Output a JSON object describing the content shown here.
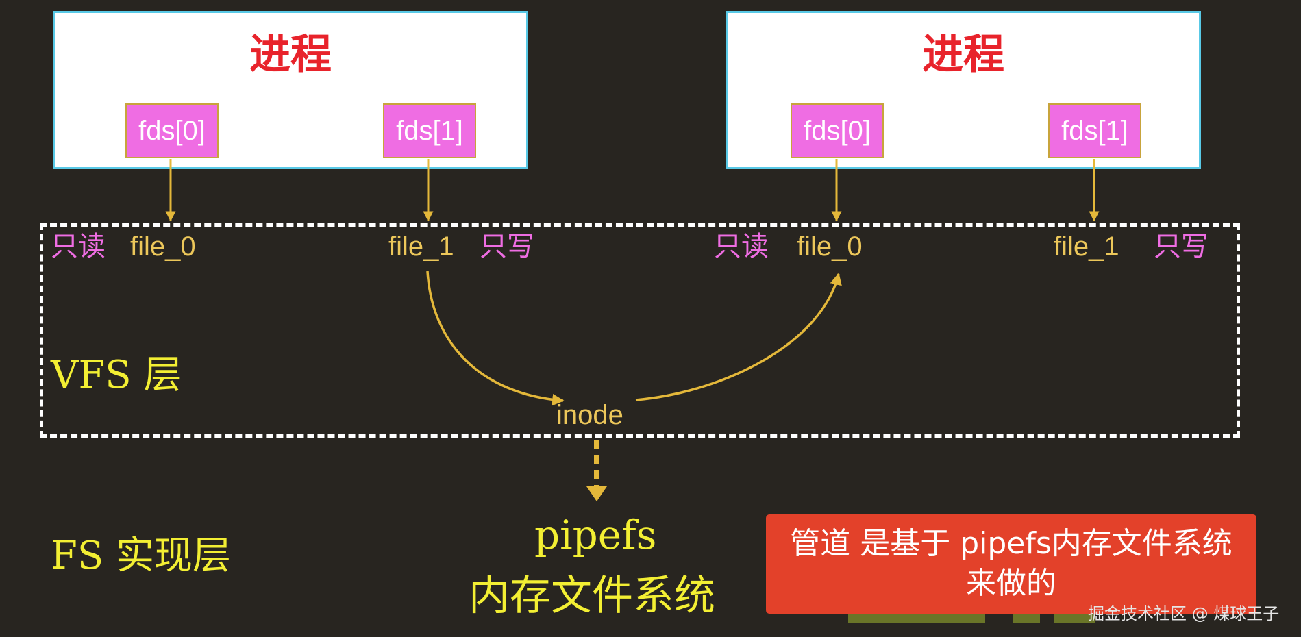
{
  "left_process": {
    "title": "进程",
    "fd0": "fds[0]",
    "fd1": "fds[1]"
  },
  "right_process": {
    "title": "进程",
    "fd0": "fds[0]",
    "fd1": "fds[1]"
  },
  "vfs": {
    "left_read_mode": "只读",
    "left_file_0": "file_0",
    "left_file_1": "file_1",
    "left_write_mode": "只写",
    "right_read_mode": "只读",
    "right_file_0": "file_0",
    "right_file_1": "file_1",
    "right_write_mode": "只写",
    "layer_label": "VFS 层",
    "inode": "inode"
  },
  "fs": {
    "layer_label": "FS 实现层",
    "pipefs": "pipefs",
    "pipefs_desc": "内存文件系统"
  },
  "banner": {
    "line1": "管道 是基于 pipefs内存文件系统",
    "line2": "来做的"
  },
  "watermark": "掘金技术社区 @ 煤球王子",
  "colors": {
    "background": "#282520",
    "process_border": "#59c9e6",
    "process_title": "#e8232b",
    "fd_fill": "#ef6de3",
    "arrow": "#e4b83a",
    "label_gold": "#ecc75a",
    "label_yellow": "#f3ef33",
    "banner": "#e3412a"
  }
}
